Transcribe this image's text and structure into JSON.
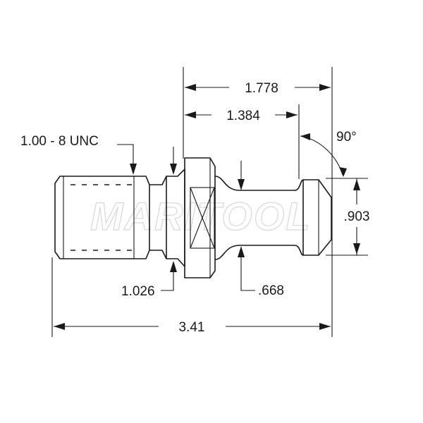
{
  "drawing": {
    "watermark": "MARITOOL",
    "dimensions": {
      "thread": "1.00 - 8 UNC",
      "neck_dia": "1.026",
      "overall_length": "3.41",
      "flange_to_end": "1.778",
      "flange_to_knob": "1.384",
      "angle": "90°",
      "knob_dia": ".903",
      "shank_dia": ".668"
    }
  },
  "colors": {
    "line": "#1a1a1a",
    "background": "#ffffff",
    "watermark": "#d8d8d8"
  }
}
